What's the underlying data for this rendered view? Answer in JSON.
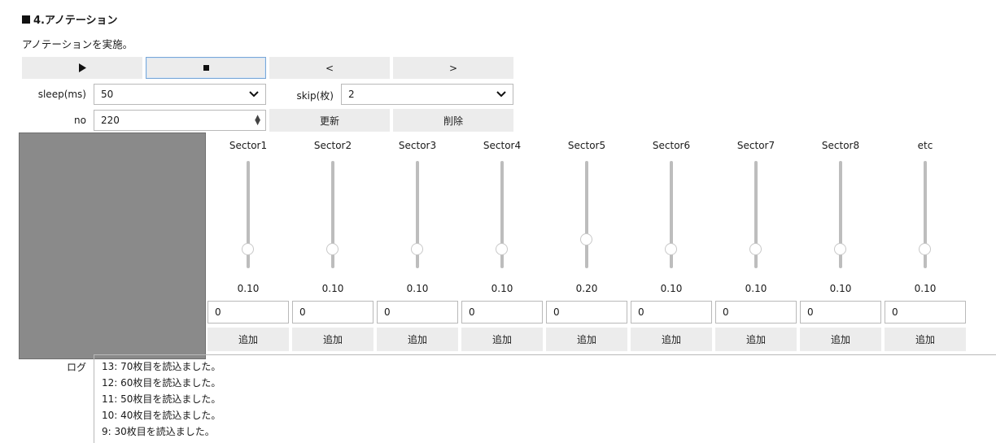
{
  "section": {
    "title": "4.アノテーション",
    "description": "アノテーションを実施。"
  },
  "controls": {
    "play_icon": "play-icon",
    "stop_icon": "stop-icon",
    "prev_label": "<",
    "next_label": ">",
    "sleep_label": "sleep(ms)",
    "sleep_value": "50",
    "skip_label": "skip(枚)",
    "skip_value": "2",
    "no_label": "no",
    "no_value": "220",
    "update_label": "更新",
    "delete_label": "削除"
  },
  "sectors": [
    {
      "name": "Sector1",
      "value": 0.1,
      "value_text": "0.10",
      "input": "0",
      "add_label": "追加"
    },
    {
      "name": "Sector2",
      "value": 0.1,
      "value_text": "0.10",
      "input": "0",
      "add_label": "追加"
    },
    {
      "name": "Sector3",
      "value": 0.1,
      "value_text": "0.10",
      "input": "0",
      "add_label": "追加"
    },
    {
      "name": "Sector4",
      "value": 0.1,
      "value_text": "0.10",
      "input": "0",
      "add_label": "追加"
    },
    {
      "name": "Sector5",
      "value": 0.2,
      "value_text": "0.20",
      "input": "0",
      "add_label": "追加"
    },
    {
      "name": "Sector6",
      "value": 0.1,
      "value_text": "0.10",
      "input": "0",
      "add_label": "追加"
    },
    {
      "name": "Sector7",
      "value": 0.1,
      "value_text": "0.10",
      "input": "0",
      "add_label": "追加"
    },
    {
      "name": "Sector8",
      "value": 0.1,
      "value_text": "0.10",
      "input": "0",
      "add_label": "追加"
    },
    {
      "name": "etc",
      "value": 0.1,
      "value_text": "0.10",
      "input": "0",
      "add_label": "追加"
    }
  ],
  "log": {
    "label": "ログ",
    "lines": [
      "13: 70枚目を読込ました。",
      "12: 60枚目を読込ました。",
      "11: 50枚目を読込ました。",
      "10: 40枚目を読込ました。",
      "9: 30枚目を読込ました。"
    ]
  }
}
